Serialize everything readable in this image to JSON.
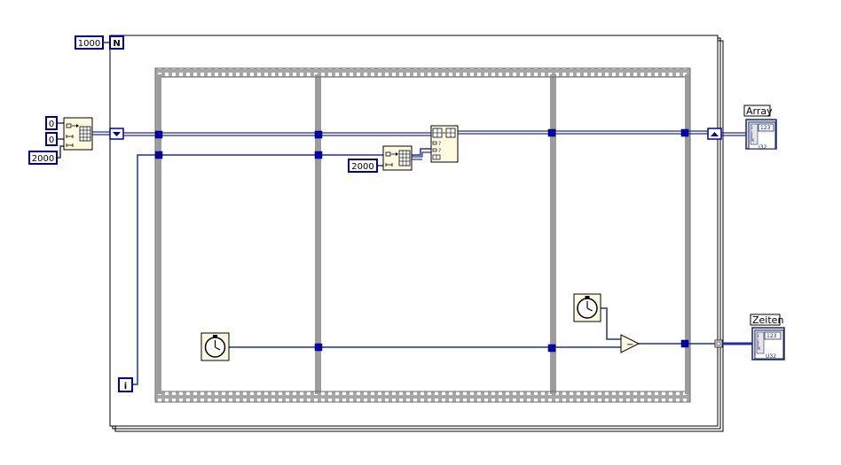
{
  "diagram": {
    "loop_count_constant": "1000",
    "loop_count_terminal": "N",
    "iteration_terminal": "i",
    "init_rows": "0",
    "init_cols": "0",
    "init_size": "2000",
    "inner_size": "2000",
    "indicator_array_label": "Array",
    "indicator_array_type": "I32",
    "indicator_times_label": "Zeiten",
    "indicator_times_type": "U32",
    "indicator_glyph": "123",
    "subtract_symbol": "−"
  },
  "colors": {
    "wire": "#1f2fa5",
    "terminal": "#0000a8",
    "frame": "#9c9c9c",
    "node_fill": "#fffbe0"
  },
  "icons": [
    "initialize-array-icon",
    "replace-array-subset-icon",
    "tick-count-clock-icon",
    "subtract-icon"
  ]
}
